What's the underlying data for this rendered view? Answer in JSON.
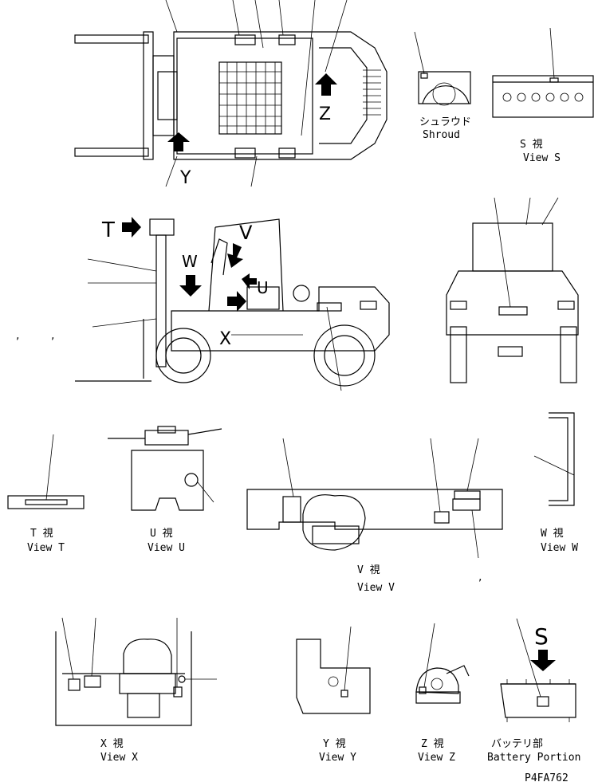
{
  "labels": {
    "shroud_jp": "シュラウド",
    "shroud_en": "Shroud",
    "view_s_jp": "S 視",
    "view_s_en": "View S",
    "view_t_jp": "T 視",
    "view_t_en": "View T",
    "view_u_jp": "U 視",
    "view_u_en": "View U",
    "view_v_jp": "V 視",
    "view_v_en": "View V",
    "view_w_jp": "W 視",
    "view_w_en": "View W",
    "view_x_jp": "X 視",
    "view_x_en": "View X",
    "view_y_jp": "Y 視",
    "view_y_en": "View Y",
    "view_z_jp": "Z 視",
    "view_z_en": "View Z",
    "battery_jp": "バッテリ部",
    "battery_en": "Battery Portion",
    "drawing_code": "P4FA762"
  },
  "letters": {
    "T": "T",
    "W": "W",
    "V": "V",
    "U": "U",
    "X": "X",
    "Y": "Y",
    "Z": "Z",
    "S": "S"
  },
  "marks": {
    "comma": ","
  }
}
